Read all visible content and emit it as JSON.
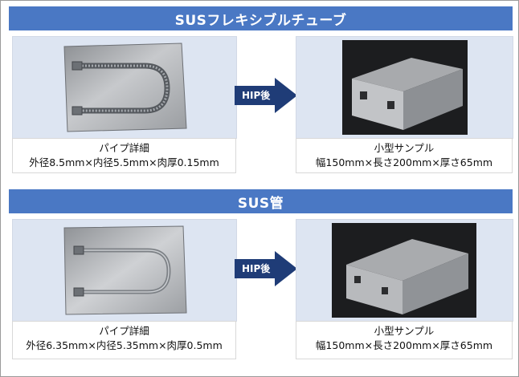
{
  "sections": [
    {
      "title": "SUSフレキシブルチューブ",
      "left_caption": {
        "line1": "パイプ詳細",
        "line2": "外径8.5mm×内径5.5mm×肉厚0.15mm"
      },
      "arrow_label": "HIP後",
      "right_caption": {
        "line1": "小型サンプル",
        "line2": "幅150mm×長さ200mm×厚さ65mm"
      }
    },
    {
      "title": "SUS管",
      "left_caption": {
        "line1": "パイプ詳細",
        "line2": "外径6.35mm×内径5.35mm×肉厚0.5mm"
      },
      "arrow_label": "HIP後",
      "right_caption": {
        "line1": "小型サンプル",
        "line2": "幅150mm×長さ200mm×厚さ65mm"
      }
    }
  ],
  "colors": {
    "band": "#4a78c4",
    "arrow": "#1f3c77",
    "panel": "#dde5f2"
  },
  "icons": {
    "arrow": "right-arrow-icon"
  }
}
